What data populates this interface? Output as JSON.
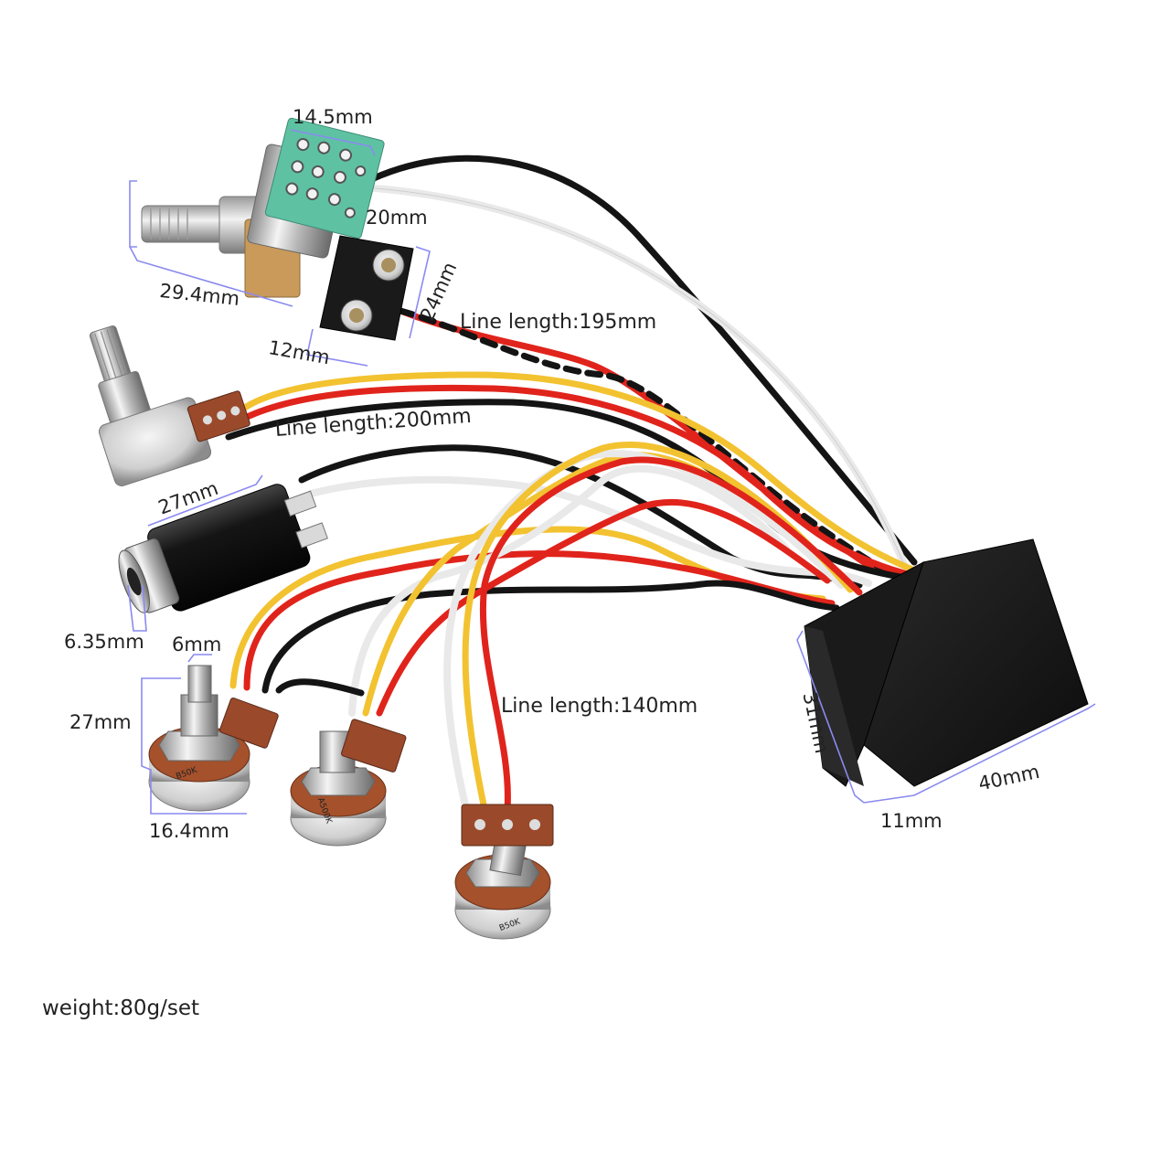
{
  "photo": {
    "subject": "pre-wired active bass guitar preamp harness",
    "components": [
      "balance-push-pull-pot",
      "9v-battery-clip",
      "tone-pot",
      "output-jack",
      "volume-pot",
      "treble-pot",
      "bass-pot",
      "preamp-module"
    ],
    "wire_colors": {
      "black": "#141414",
      "white": "#e9e9e9",
      "red": "#e0241c",
      "yellow": "#f2c230"
    },
    "pot_markings": [
      "B50K",
      "A500K",
      "B50K"
    ]
  },
  "dimensions": {
    "switch_pot_width": "14.5mm",
    "switch_pot_height": "20mm",
    "switch_pot_length": "29.4mm",
    "battery_clip_height": "24mm",
    "battery_clip_width": "12mm",
    "battery_line": "Line length:195mm",
    "pot_line": "Line length:200mm",
    "jack_length": "27mm",
    "jack_diameter": "6.35mm",
    "shaft_diameter": "6mm",
    "pot_height": "27mm",
    "pot_diameter": "16.4mm",
    "pots_line": "Line length:140mm",
    "module_height": "31mm",
    "module_width": "40mm",
    "module_depth": "11mm"
  },
  "footer": {
    "weight": "weight:80g/set"
  }
}
